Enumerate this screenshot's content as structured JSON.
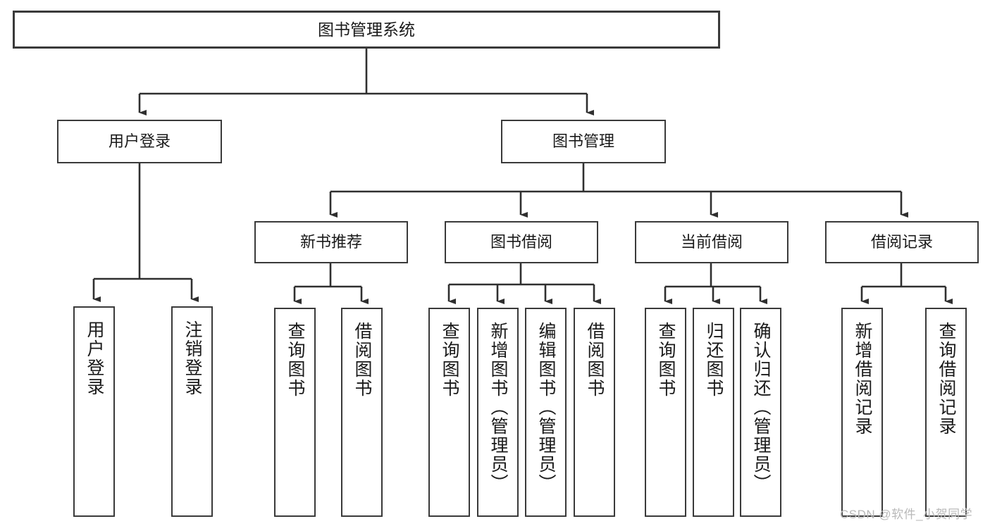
{
  "diagram": {
    "type": "tree-hierarchy",
    "title": "图书管理系统",
    "root": {
      "label": "图书管理系统"
    },
    "level2": [
      {
        "label": "用户登录"
      },
      {
        "label": "图书管理"
      }
    ],
    "level3": [
      {
        "label": "新书推荐"
      },
      {
        "label": "图书借阅"
      },
      {
        "label": "当前借阅"
      },
      {
        "label": "借阅记录"
      }
    ],
    "leaves": {
      "user_login": [
        {
          "label": "用户登录"
        },
        {
          "label": "注销登录"
        }
      ],
      "new_book_recommend": [
        {
          "label": "查询图书"
        },
        {
          "label": "借阅图书"
        }
      ],
      "book_borrow": [
        {
          "label": "查询图书"
        },
        {
          "label": "新增图书（管理员）"
        },
        {
          "label": "编辑图书（管理员）"
        },
        {
          "label": "借阅图书"
        }
      ],
      "current_borrow": [
        {
          "label": "查询图书"
        },
        {
          "label": "归还图书"
        },
        {
          "label": "确认归还（管理员）"
        }
      ],
      "borrow_record": [
        {
          "label": "新增借阅记录"
        },
        {
          "label": "查询借阅记录"
        }
      ]
    }
  },
  "watermark": {
    "text": "CSDN @软件_小贺同学"
  },
  "colors": {
    "border": "#3a3a3a",
    "background": "#ffffff",
    "text": "#1a1a1a",
    "watermark": "#b9b9b9"
  }
}
